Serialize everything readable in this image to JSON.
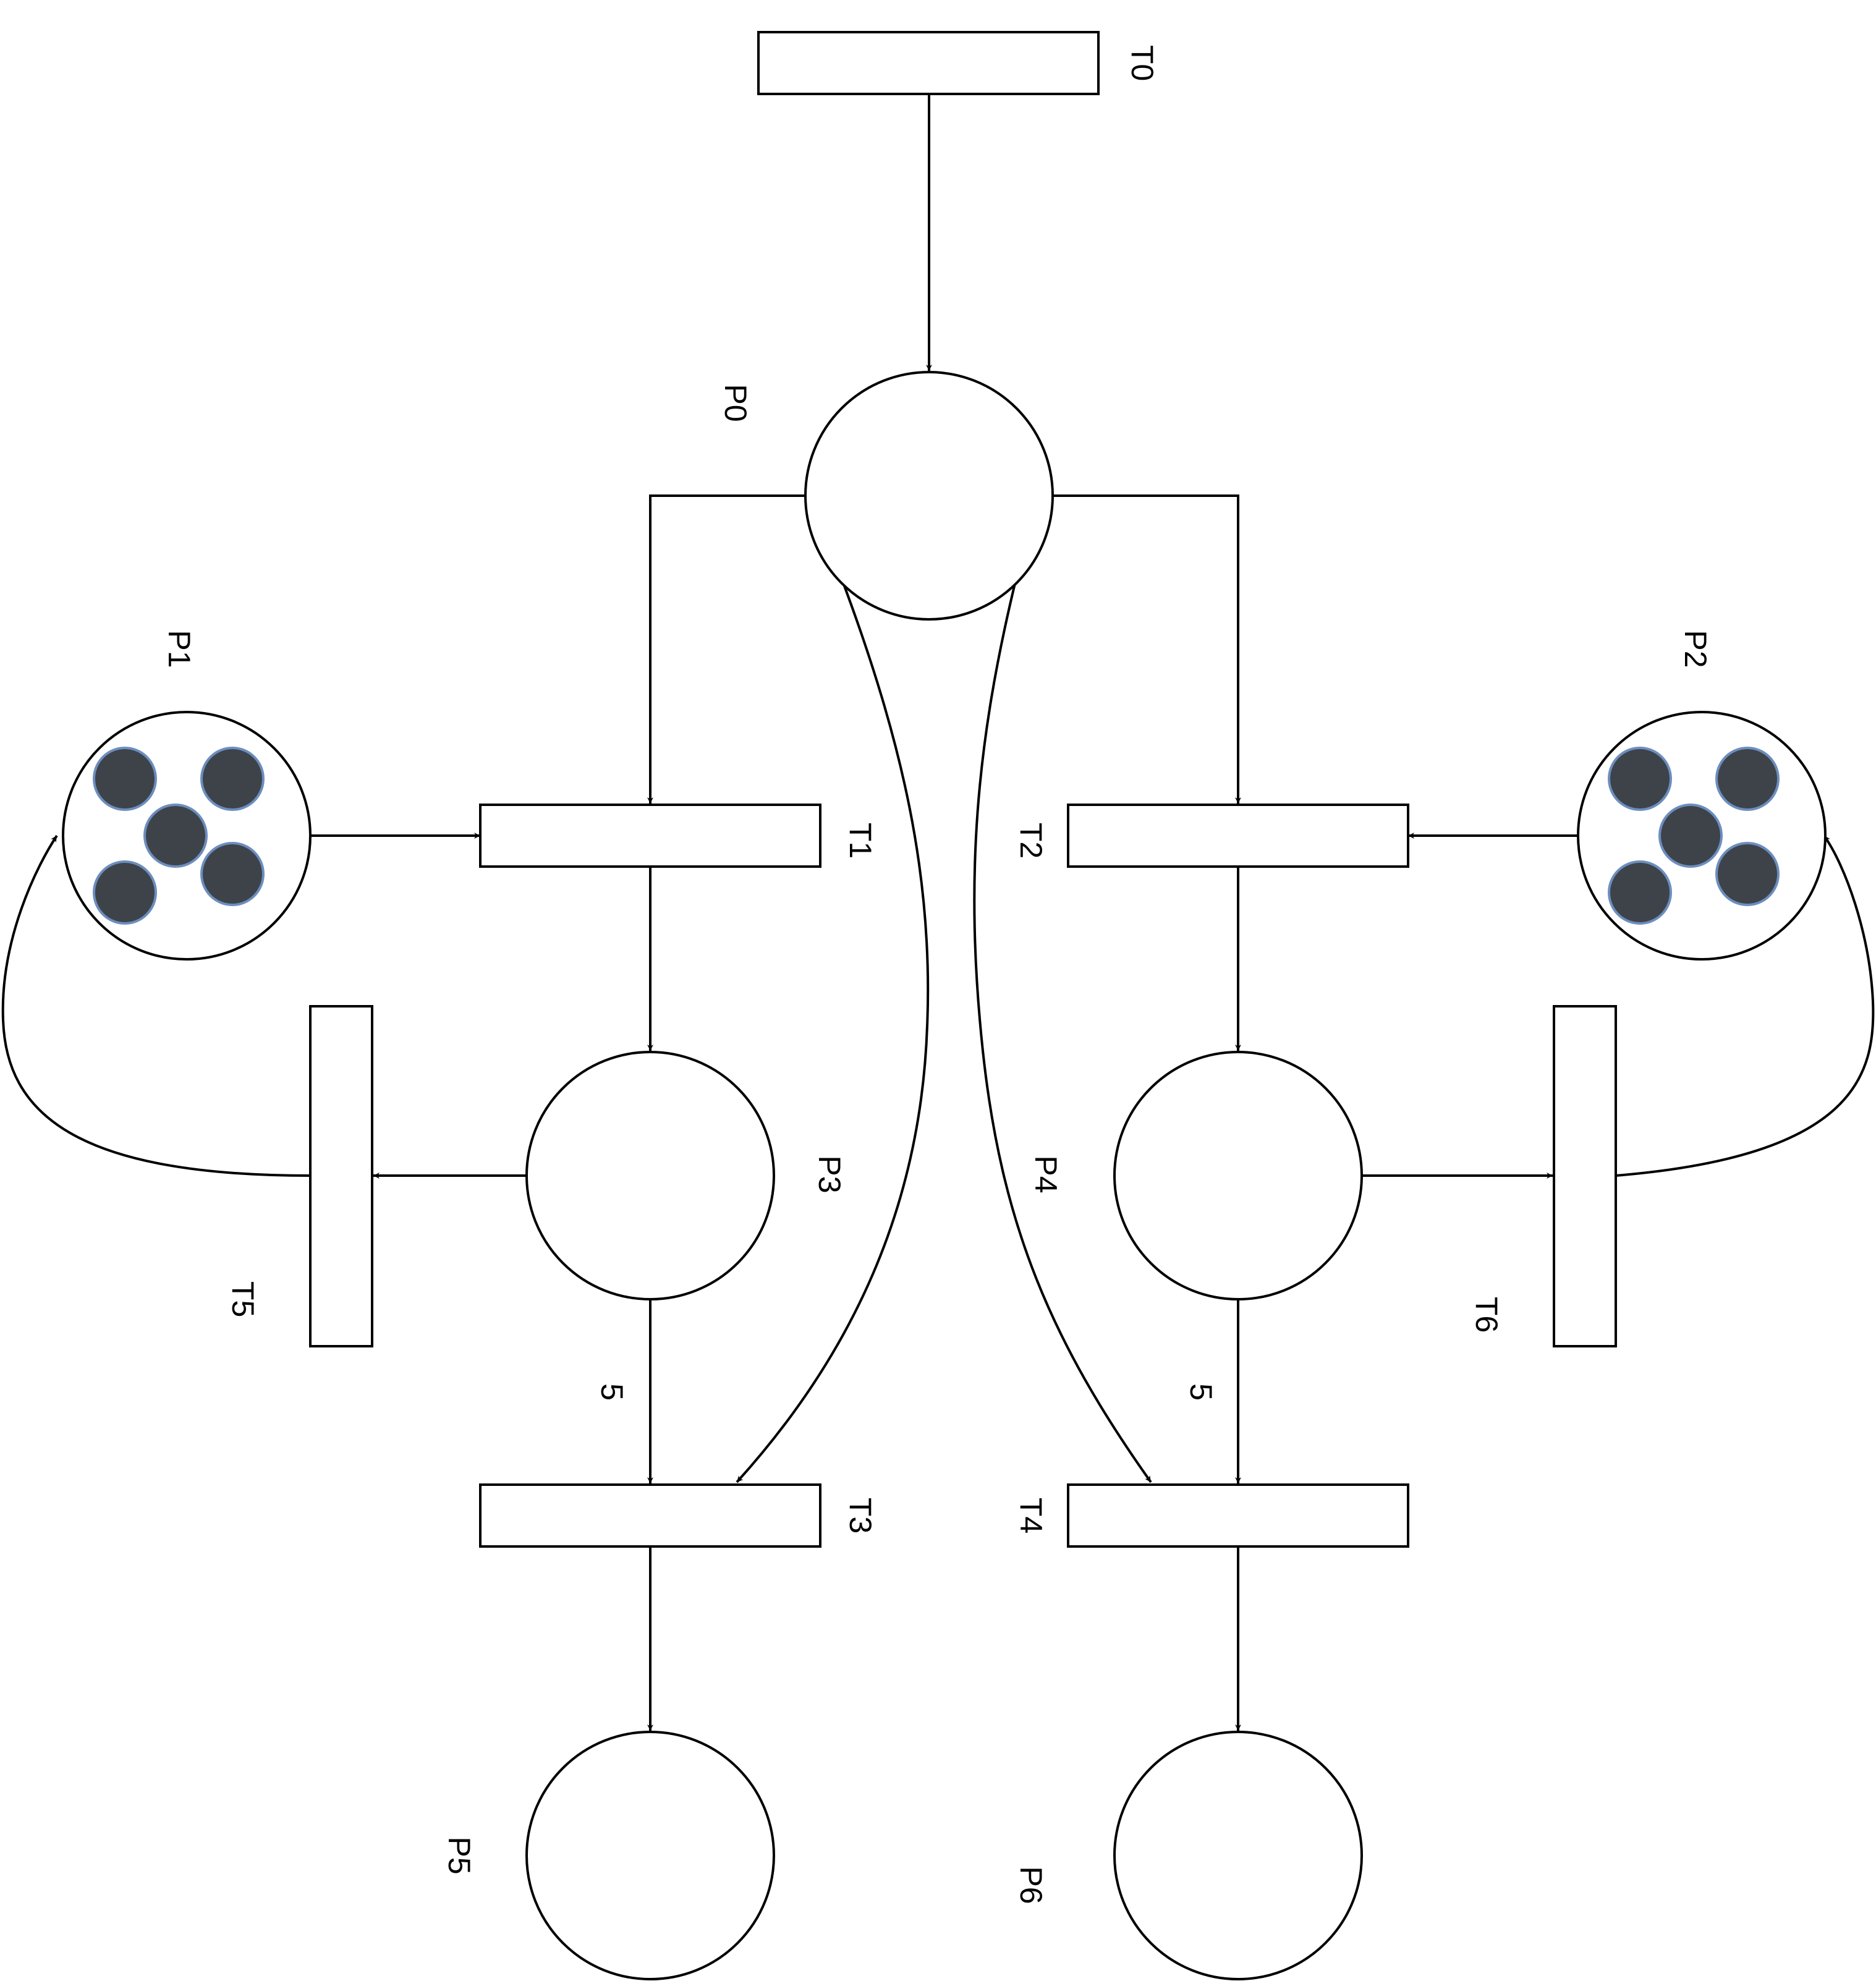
{
  "colors": {
    "stroke": "#000000",
    "token_fill": "#3e434a",
    "token_stroke": "#6c8ebf",
    "background": "#ffffff"
  },
  "labels": {
    "t0": "T0",
    "t1": "T1",
    "t2": "T2",
    "t3": "T3",
    "t4": "T4",
    "t5": "T5",
    "t6": "T6",
    "p0": "P0",
    "p1": "P1",
    "p2": "P2",
    "p3": "P3",
    "p4": "P4",
    "p5": "P5",
    "p6": "P6",
    "arc_p3_t3_weight": "5",
    "arc_p4_t4_weight": "5"
  },
  "places": {
    "p0": {
      "tokens": 0
    },
    "p1": {
      "tokens": 5
    },
    "p2": {
      "tokens": 5
    },
    "p3": {
      "tokens": 0
    },
    "p4": {
      "tokens": 0
    },
    "p5": {
      "tokens": 0
    },
    "p6": {
      "tokens": 0
    }
  },
  "arcs": [
    {
      "from": "T0",
      "to": "P0"
    },
    {
      "from": "P0",
      "to": "T1"
    },
    {
      "from": "P0",
      "to": "T2"
    },
    {
      "from": "P0",
      "to": "T3"
    },
    {
      "from": "P0",
      "to": "T4"
    },
    {
      "from": "P1",
      "to": "T1"
    },
    {
      "from": "P2",
      "to": "T2"
    },
    {
      "from": "T1",
      "to": "P3"
    },
    {
      "from": "T2",
      "to": "P4"
    },
    {
      "from": "P3",
      "to": "T5"
    },
    {
      "from": "P4",
      "to": "T6"
    },
    {
      "from": "T5",
      "to": "P1"
    },
    {
      "from": "T6",
      "to": "P2"
    },
    {
      "from": "P3",
      "to": "T3",
      "weight": "5"
    },
    {
      "from": "P4",
      "to": "T4",
      "weight": "5"
    },
    {
      "from": "T3",
      "to": "P5"
    },
    {
      "from": "T4",
      "to": "P6"
    }
  ]
}
